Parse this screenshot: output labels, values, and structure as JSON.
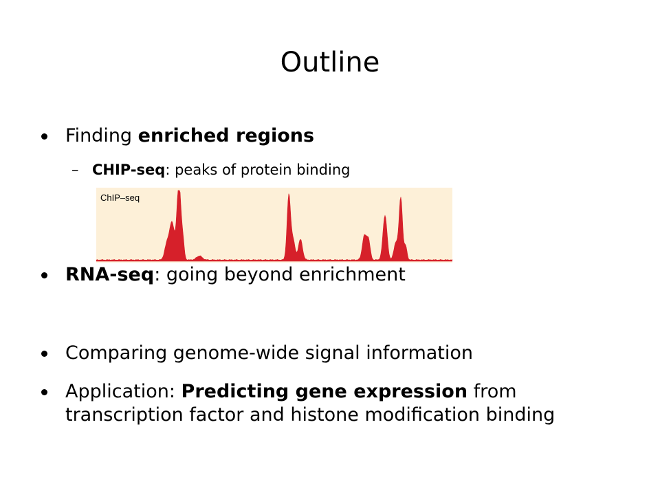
{
  "title": "Outline",
  "bullets": [
    {
      "plain_before": "Finding ",
      "bold": "enriched regions",
      "plain_after": ""
    },
    {
      "bold": "RNA-seq",
      "plain_after": ": going beyond enrichment"
    },
    {
      "plain_before": "Comparing genome-wide signal information"
    },
    {
      "plain_before": "Application: ",
      "bold": "Predicting gene expression",
      "plain_after": " from transcription factor and histone modification binding"
    }
  ],
  "sub_bullet": {
    "dash": "–",
    "bold": "CHIP-seq",
    "plain_after": ": peaks of protein binding"
  },
  "figure": {
    "label": "ChIP–seq",
    "background_color": "#fdf0d8",
    "peak_color": "#d6202a"
  }
}
